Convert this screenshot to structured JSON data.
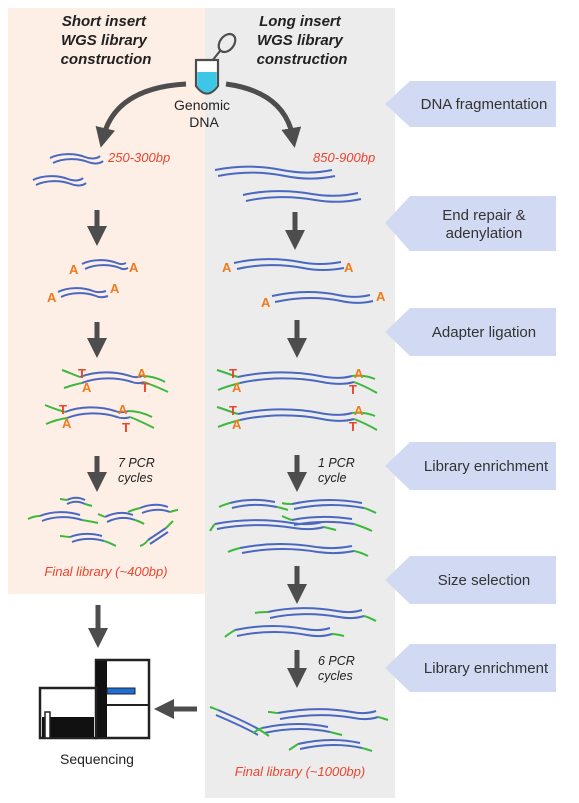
{
  "columns": {
    "short": {
      "title_lines": [
        "Short insert",
        "WGS library",
        "construction"
      ],
      "fragment_size": "250-300bp",
      "pcr_lines": [
        "7 PCR",
        "cycles"
      ],
      "final_library": "Final library (~400bp)"
    },
    "long": {
      "title_lines": [
        "Long insert",
        "WGS library",
        "construction"
      ],
      "fragment_size": "850-900bp",
      "pcr1_lines": [
        "1 PCR",
        "cycle"
      ],
      "pcr2_lines": [
        "6 PCR",
        "cycles"
      ],
      "final_library": "Final library (~1000bp)"
    }
  },
  "source": {
    "lines": [
      "Genomic",
      "DNA"
    ]
  },
  "steps": [
    {
      "lines": [
        "DNA fragmentation"
      ]
    },
    {
      "lines": [
        "End repair &",
        "adenylation"
      ]
    },
    {
      "lines": [
        "Adapter ligation"
      ]
    },
    {
      "lines": [
        "Library enrichment"
      ]
    },
    {
      "lines": [
        "Size selection"
      ]
    },
    {
      "lines": [
        "Library enrichment"
      ]
    }
  ],
  "bases": {
    "a": "A",
    "t": "T"
  },
  "sequencing_label": "Sequencing",
  "colors": {
    "dna_strand": "#4a68c0",
    "adapter": "#3cb83c",
    "base_a": "#f07a1d",
    "base_t": "#e8452f",
    "size_text": "#e8452f",
    "short_panel_bg": "#fdefe6",
    "long_panel_bg": "#ececec",
    "step_tag": "#d2daf3",
    "arrow": "#4d4d4d"
  }
}
